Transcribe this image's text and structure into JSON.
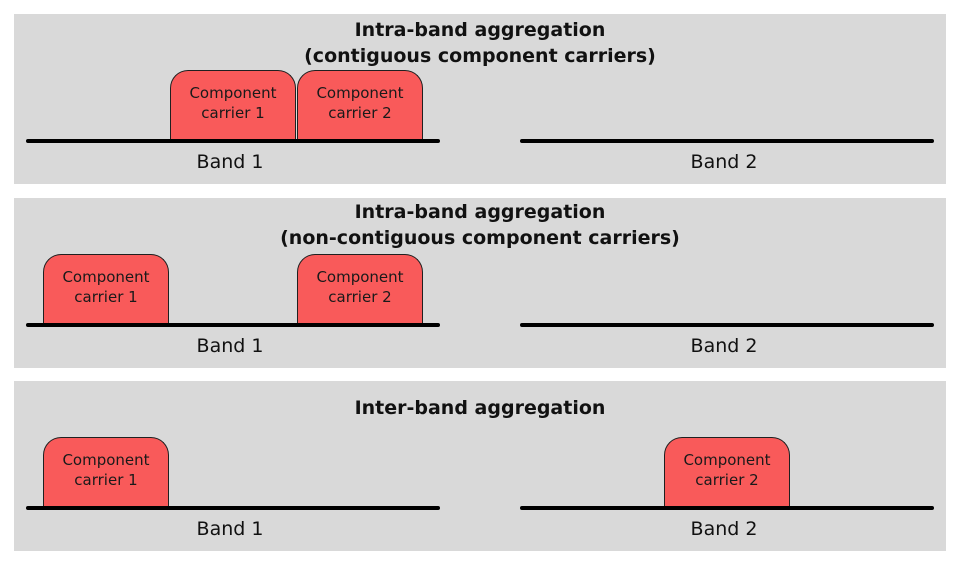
{
  "colors": {
    "panel_background": "#d9d9d9",
    "carrier_fill": "#f95a5a",
    "band_line": "#000000"
  },
  "panels": [
    {
      "title_lines": [
        "Intra-band aggregation",
        "(contiguous component carriers)"
      ],
      "band1_label": "Band 1",
      "band2_label": "Band 2",
      "carriers": [
        {
          "line1": "Component",
          "line2": "carrier 1"
        },
        {
          "line1": "Component",
          "line2": "carrier 2"
        }
      ]
    },
    {
      "title_lines": [
        "Intra-band aggregation",
        "(non-contiguous component carriers)"
      ],
      "band1_label": "Band 1",
      "band2_label": "Band 2",
      "carriers": [
        {
          "line1": "Component",
          "line2": "carrier 1"
        },
        {
          "line1": "Component",
          "line2": "carrier 2"
        }
      ]
    },
    {
      "title_lines": [
        "Inter-band aggregation"
      ],
      "band1_label": "Band 1",
      "band2_label": "Band 2",
      "carriers": [
        {
          "line1": "Component",
          "line2": "carrier 1"
        },
        {
          "line1": "Component",
          "line2": "carrier 2"
        }
      ]
    }
  ]
}
